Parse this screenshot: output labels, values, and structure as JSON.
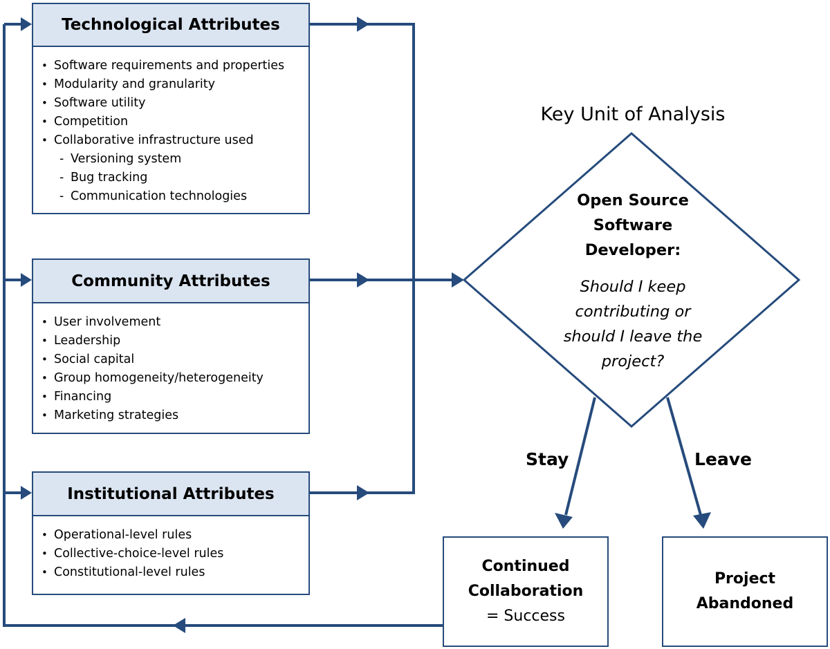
{
  "attributes": [
    {
      "title": "Technological Attributes",
      "items": [
        {
          "text": "Software requirements and properties"
        },
        {
          "text": "Modularity and granularity"
        },
        {
          "text": "Software utility"
        },
        {
          "text": "Competition"
        },
        {
          "text": "Collaborative infrastructure used"
        },
        {
          "text": "Versioning system",
          "sub": true
        },
        {
          "text": "Bug tracking",
          "sub": true
        },
        {
          "text": "Communication technologies",
          "sub": true
        }
      ]
    },
    {
      "title": "Community Attributes",
      "items": [
        {
          "text": "User involvement"
        },
        {
          "text": "Leadership"
        },
        {
          "text": "Social capital"
        },
        {
          "text": "Group homogeneity/heterogeneity"
        },
        {
          "text": "Financing"
        },
        {
          "text": "Marketing strategies"
        }
      ]
    },
    {
      "title": "Institutional Attributes",
      "items": [
        {
          "text": "Operational-level rules"
        },
        {
          "text": "Collective-choice-level rules"
        },
        {
          "text": "Constitutional-level rules"
        }
      ]
    }
  ],
  "decision": {
    "heading": "Key Unit of Analysis",
    "subject": [
      "Open Source",
      "Software",
      "Developer:"
    ],
    "question": [
      "Should I keep",
      "contributing or",
      "should I leave the",
      "project?"
    ]
  },
  "branches": {
    "stay": "Stay",
    "leave": "Leave"
  },
  "outcomes": {
    "success": {
      "line1": "Continued",
      "line2": "Collaboration",
      "line3": "= Success"
    },
    "abandoned": {
      "line1": "Project",
      "line2": "Abandoned"
    }
  },
  "colors": {
    "line": "#264b7c",
    "header_fill": "#dbe5f1"
  }
}
